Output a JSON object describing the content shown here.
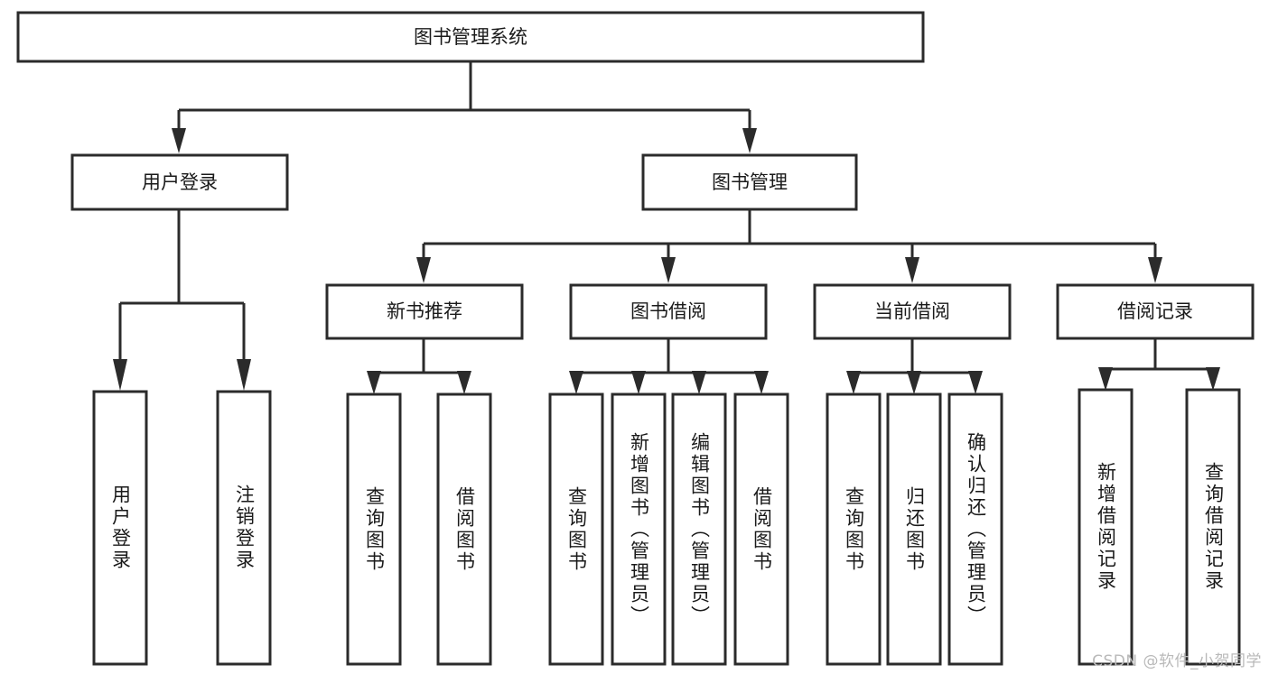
{
  "diagram": {
    "title": "图书管理系统",
    "type": "tree-hierarchy",
    "root": {
      "label": "图书管理系统"
    },
    "level1": [
      {
        "label": "用户登录"
      },
      {
        "label": "图书管理"
      }
    ],
    "level2": [
      {
        "label": "新书推荐",
        "parent": "图书管理"
      },
      {
        "label": "图书借阅",
        "parent": "图书管理"
      },
      {
        "label": "当前借阅",
        "parent": "图书管理"
      },
      {
        "label": "借阅记录",
        "parent": "图书管理"
      }
    ],
    "leaves": {
      "user_login": [
        {
          "label": "用户登录"
        },
        {
          "label": "注销登录"
        }
      ],
      "new_book_recommend": [
        {
          "label": "查询图书"
        },
        {
          "label": "借阅图书"
        }
      ],
      "book_borrow": [
        {
          "label": "查询图书"
        },
        {
          "label": "新增图书（管理员）"
        },
        {
          "label": "编辑图书（管理员）"
        },
        {
          "label": "借阅图书"
        }
      ],
      "current_borrow": [
        {
          "label": "查询图书"
        },
        {
          "label": "归还图书"
        },
        {
          "label": "确认归还（管理员）"
        }
      ],
      "borrow_record": [
        {
          "label": "新增借阅记录"
        },
        {
          "label": "查询借阅记录"
        }
      ]
    }
  },
  "watermark": {
    "text": "CSDN @软件_小贺同学"
  },
  "colors": {
    "stroke": "#2b2b2b",
    "node_fill": "#ffffff",
    "text": "#1a1a1a",
    "background": "#ffffff",
    "watermark": "#b9b9b9"
  }
}
